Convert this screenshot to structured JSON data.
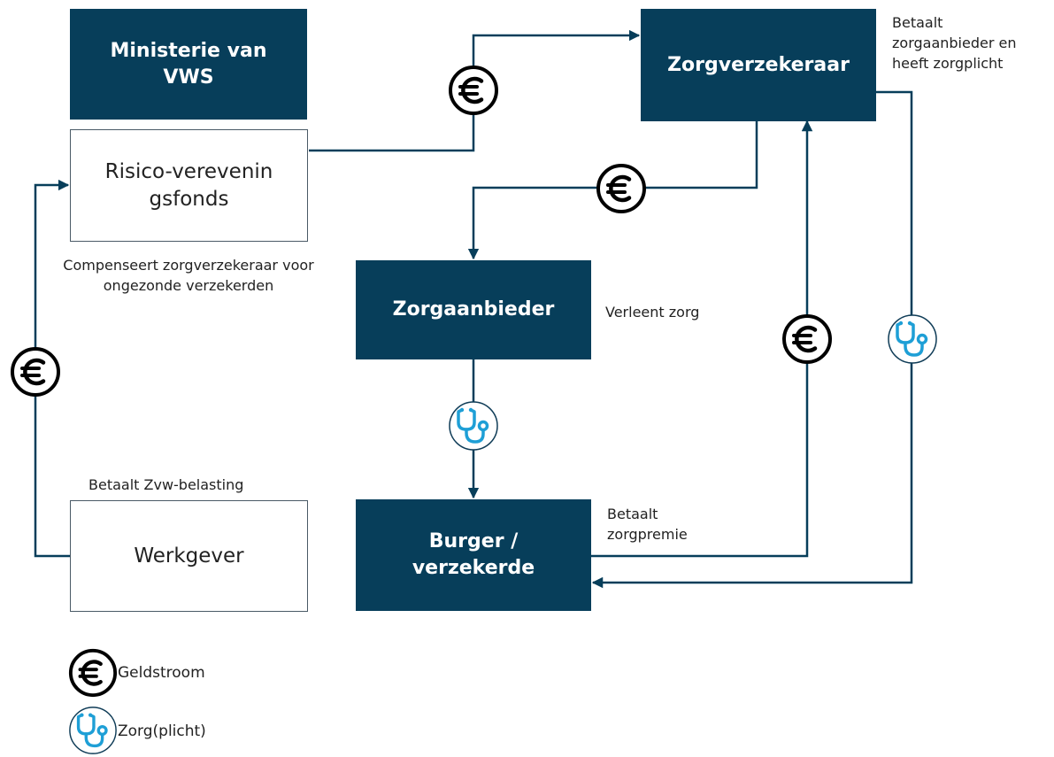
{
  "nodes": {
    "ministerie": "Ministerie van VWS",
    "risico": "Risico-vereveningsfonds",
    "zorgverzekeraar": "Zorgverzekeraar",
    "zorgaanbieder": "Zorgaanbieder",
    "burger": "Burger / verzekerde",
    "werkgever": "Werkgever"
  },
  "notes": {
    "zorgverzekeraar": "Betaalt zorgaanbieder en heeft zorgplicht",
    "risico": "Compenseert zorgverzekeraar voor ongezonde verzekerden",
    "zorgaanbieder": "Verleent zorg",
    "werkgever": "Betaalt Zvw-belasting",
    "burger": "Betaalt zorgpremie"
  },
  "legend": {
    "money": "Geldstroom",
    "care": "Zorg(plicht)"
  },
  "colors": {
    "box_dark": "#073e5a",
    "line": "#073e5a",
    "care_icon": "#1e9fd6"
  },
  "icons": {
    "money": "euro-coin-icon",
    "care": "stethoscope-icon"
  }
}
